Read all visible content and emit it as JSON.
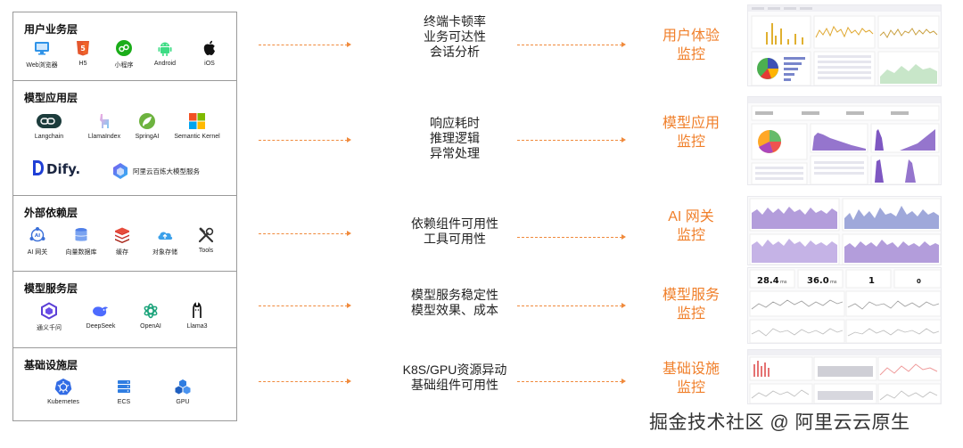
{
  "layers": [
    {
      "title": "用户业务层",
      "items": [
        {
          "label": "Web浏览器",
          "icon": "monitor-icon"
        },
        {
          "label": "H5",
          "icon": "html5-icon"
        },
        {
          "label": "小程序",
          "icon": "mini-program-icon"
        },
        {
          "label": "Android",
          "icon": "android-icon"
        },
        {
          "label": "iOS",
          "icon": "apple-icon"
        }
      ]
    },
    {
      "title": "模型应用层",
      "items": [
        {
          "label": "Langchain",
          "icon": "langchain-icon"
        },
        {
          "label": "LlamaIndex",
          "icon": "llamaindex-icon"
        },
        {
          "label": "SpringAI",
          "icon": "spring-icon"
        },
        {
          "label": "Semantic Kernel",
          "icon": "semantic-kernel-icon"
        },
        {
          "label": "Dify.",
          "icon": "dify-logo"
        },
        {
          "label": "阿里云百炼大模型服务",
          "icon": "bailian-icon"
        }
      ]
    },
    {
      "title": "外部依赖层",
      "items": [
        {
          "label": "AI 网关",
          "icon": "ai-gateway-icon"
        },
        {
          "label": "向量数据库",
          "icon": "vector-db-icon"
        },
        {
          "label": "缓存",
          "icon": "redis-icon"
        },
        {
          "label": "对象存储",
          "icon": "cloud-storage-icon"
        },
        {
          "label": "Tools",
          "icon": "tools-icon"
        }
      ]
    },
    {
      "title": "模型服务层",
      "items": [
        {
          "label": "通义千问",
          "icon": "qwen-icon"
        },
        {
          "label": "DeepSeek",
          "icon": "deepseek-icon"
        },
        {
          "label": "OpenAI",
          "icon": "openai-icon"
        },
        {
          "label": "Llama3",
          "icon": "llama-icon"
        }
      ]
    },
    {
      "title": "基础设施层",
      "items": [
        {
          "label": "Kubernetes",
          "icon": "kubernetes-icon"
        },
        {
          "label": "ECS",
          "icon": "ecs-icon"
        },
        {
          "label": "GPU",
          "icon": "gpu-icon"
        }
      ]
    }
  ],
  "rows": [
    {
      "metrics": [
        "终端卡顿率",
        "业务可达性",
        "会话分析"
      ],
      "monitor": [
        "用户体验",
        "监控"
      ]
    },
    {
      "metrics": [
        "响应耗时",
        "推理逻辑",
        "异常处理"
      ],
      "monitor": [
        "模型应用",
        "监控"
      ]
    },
    {
      "metrics": [
        "依赖组件可用性",
        "工具可用性"
      ],
      "monitor": [
        "AI 网关",
        "监控"
      ]
    },
    {
      "metrics": [
        "模型服务稳定性",
        "模型效果、成本"
      ],
      "monitor": [
        "模型服务",
        "监控"
      ]
    },
    {
      "metrics": [
        "K8S/GPU资源异动",
        "基础组件可用性"
      ],
      "monitor": [
        "基础设施",
        "监控"
      ]
    }
  ],
  "dashboard_stats": [
    "28.4",
    "ms",
    "36.0",
    "ms",
    "1",
    "0"
  ],
  "watermark": "掘金技术社区 @ 阿里云云原生",
  "colors": {
    "arrow": "#f08a3c",
    "monitor_text": "#f07f2a",
    "border": "#9a9a9a"
  }
}
